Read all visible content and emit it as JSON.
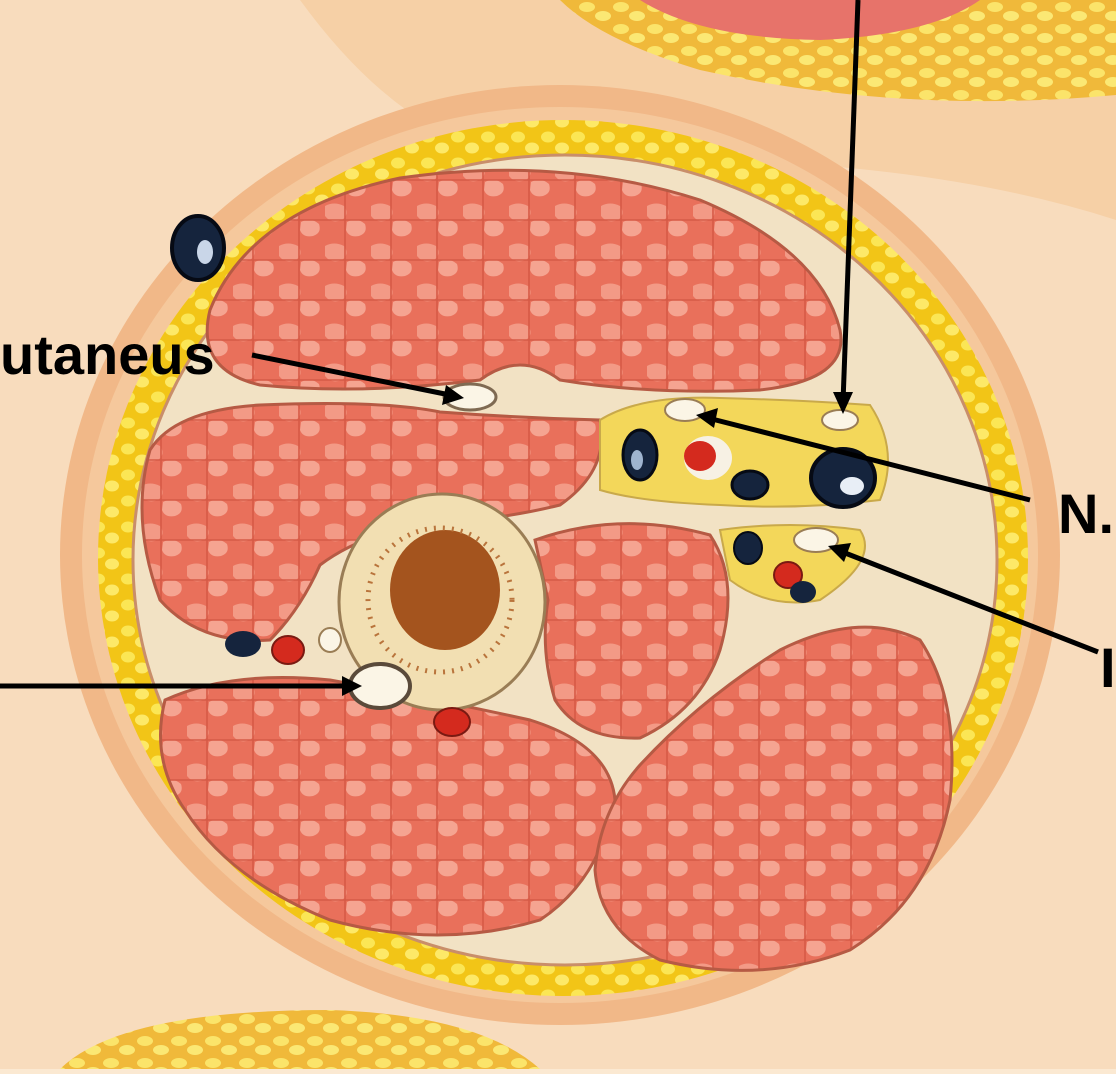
{
  "labels": {
    "musculocutaneus": "utaneus",
    "right_upper": "N.",
    "right_lower": "I"
  },
  "colors": {
    "background": "#fbe9d2",
    "skin": "#f3c08e",
    "fat": "#f4d21d",
    "muscle": "#e86f5a",
    "fascia": "#f3e3c6",
    "bone_cortex": "#f2dfb2",
    "marrow": "#a4541e",
    "vein": "#15243d",
    "artery": "#d42a1e",
    "nerve": "#fbf5e6",
    "pointer": "#000000"
  }
}
